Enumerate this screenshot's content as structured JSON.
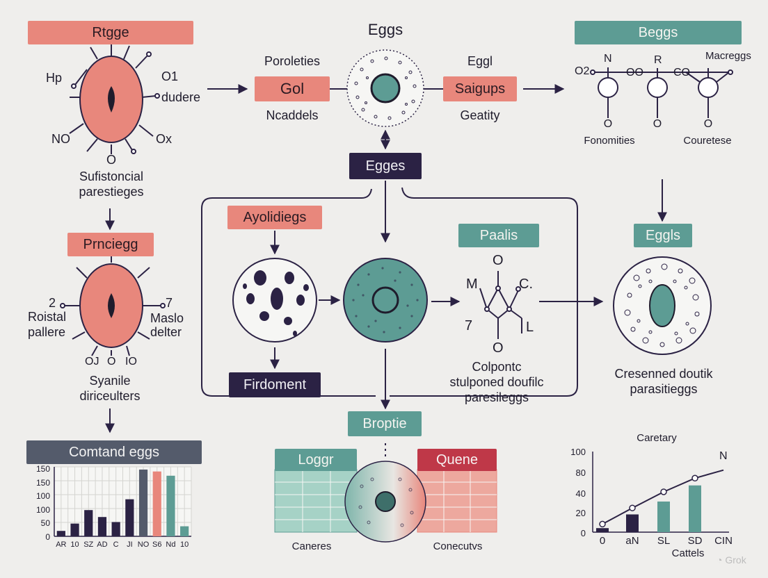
{
  "labels": {
    "top_left_box": "Rtgge",
    "top_title": "Eggs",
    "top_right_box": "Beggs",
    "gol_box": "Gol",
    "saigups_box": "Saigups",
    "egges_box": "Egges",
    "ayolidiegs_box": "Ayolidiegs",
    "paalis_box": "Paalis",
    "eggls_box": "Eggls",
    "prnciegg_box": "Prnciegg",
    "firdoment_box": "Firdoment",
    "broptie_box": "Broptie",
    "comtand_box": "Comtand eggs",
    "loggr_box": "Loggr",
    "quene_box": "Quene"
  },
  "texts": {
    "hp": "Hp",
    "o1_top": "O1",
    "dudere": "dudere",
    "no": "NO",
    "ox": "Ox",
    "o_top": "O",
    "suf_line1": "Sufistoncial",
    "suf_line2": "parestieges",
    "poroleties": "Poroleties",
    "ncaddels": "Ncaddels",
    "eggl": "Eggl",
    "geatity": "Geatity",
    "maceggs": "Macreggs",
    "mol_o2": "O2",
    "mol_n": "N",
    "mol_oo": "OO",
    "mol_r": "R",
    "mol_co": "CO",
    "mol_o_left": "O",
    "mol_o_mid": "O",
    "mol_o_right": "O",
    "fonomities": "Fonomities",
    "couretese": "Couretese",
    "num_2": "2",
    "num_7": "7",
    "roistal": "Roistal",
    "pallere": "pallere",
    "maslo": "Maslo",
    "delter": "delter",
    "oj": "OJ",
    "o_small": "O",
    "io": "IO",
    "syanile": "Syanile",
    "diriceulters": "diriceulters",
    "mol2_o_top": "O",
    "mol2_m": "M",
    "mol2_c": "C.",
    "mol2_7": "7",
    "mol2_l": "L",
    "mol2_o_bottom": "O",
    "colp_line1": "Colpontc",
    "colp_line2": "stulponed doufilc",
    "colp_line3": "paresileggs",
    "cres_line1": "Cresenned doutik",
    "cres_line2": "parasitieggs",
    "caneres": "Caneres",
    "conecutvs": "Conecutvs",
    "watermark": "Grok"
  },
  "colors": {
    "salmon": "#e8877c",
    "teal": "#5d9c94",
    "navy": "#2b2244",
    "slate": "#545b6b",
    "red": "#bf3848",
    "background": "#efeeec"
  },
  "chart_data": [
    {
      "type": "bar",
      "title": "Comtand eggs",
      "categories": [
        "AR",
        "10",
        "SZ",
        "AD",
        "C",
        "JI",
        "NO",
        "S6",
        "Nd",
        "10"
      ],
      "y_ticks": [
        "150",
        "150",
        "100",
        "100",
        "50",
        "0"
      ],
      "values": [
        14,
        33,
        68,
        50,
        37,
        96,
        173,
        168,
        157,
        26
      ],
      "colors": [
        "navy",
        "navy",
        "navy",
        "navy",
        "navy",
        "navy",
        "slate",
        "salmon",
        "teal",
        "teal"
      ],
      "ylim": [
        0,
        180
      ],
      "grid": true
    },
    {
      "type": "bar+line",
      "title": "Caretary",
      "xlabel": "Cattels",
      "categories": [
        "0",
        "aN",
        "SL",
        "SD",
        "CIN"
      ],
      "y_ticks": [
        "100",
        "80",
        "40",
        "20",
        "0"
      ],
      "bar_values": [
        5,
        22,
        38,
        58
      ],
      "bar_colors": [
        "navy",
        "navy",
        "teal",
        "teal"
      ],
      "line_values": [
        10,
        30,
        50,
        67,
        77
      ],
      "line_label": "N",
      "ylim": [
        0,
        100
      ]
    }
  ]
}
